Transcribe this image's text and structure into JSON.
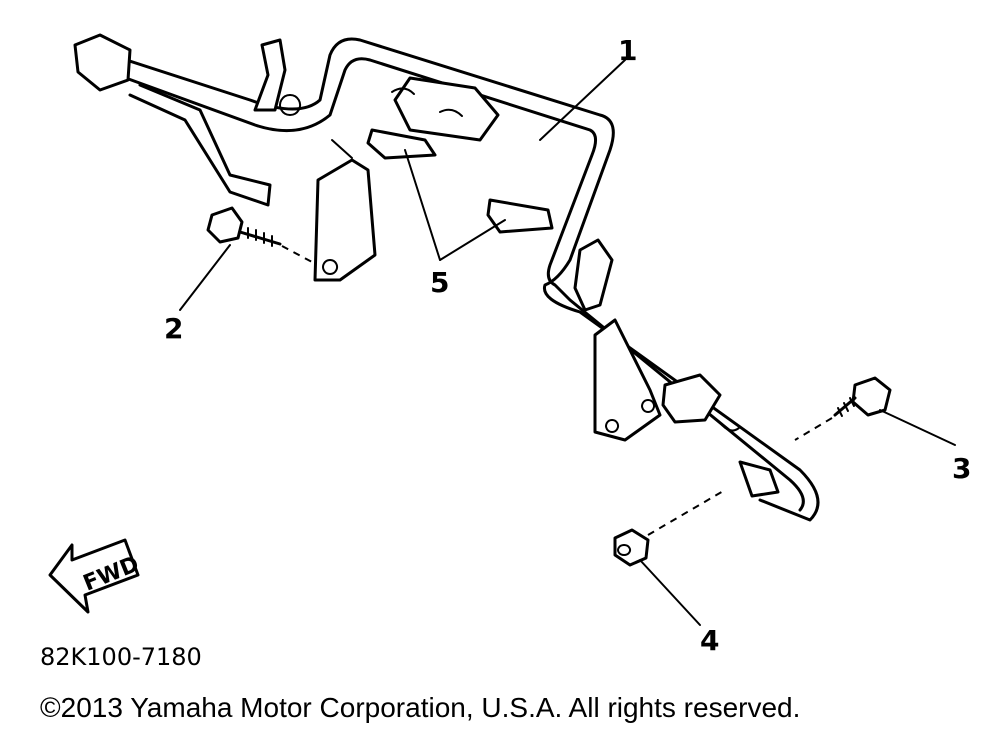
{
  "callouts": {
    "part1": "1",
    "part2": "2",
    "part3": "3",
    "part4": "4",
    "part5": "5"
  },
  "fwd_label": "FWD",
  "diagram_code": "82K100-7180",
  "copyright": "©2013 Yamaha Motor Corporation, U.S.A. All rights reserved."
}
